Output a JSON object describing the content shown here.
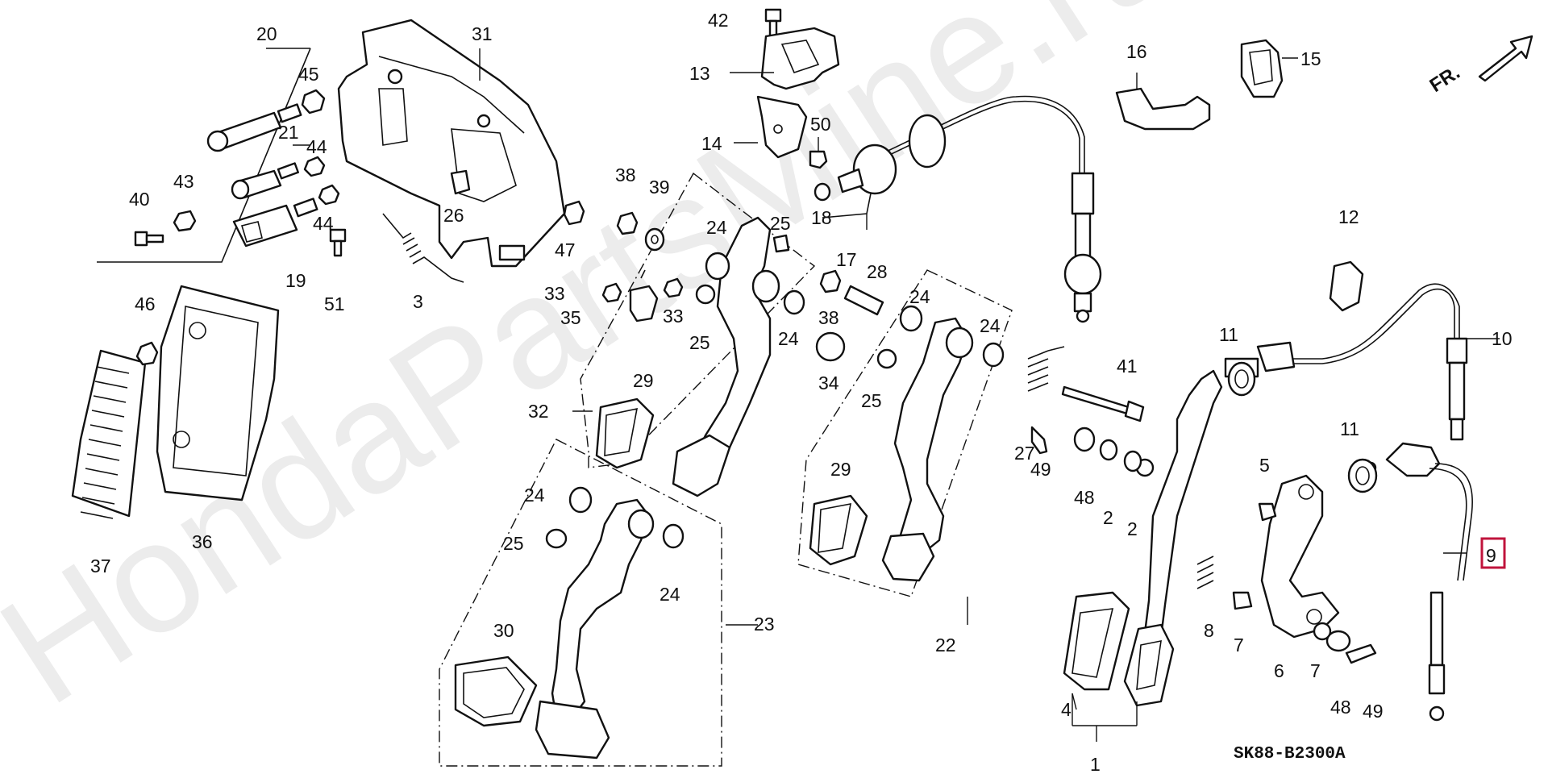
{
  "watermark": "HondaPartsMine.ru",
  "diagram_code": "SK88-B2300A",
  "front_indicator": "FR.",
  "highlight_color": "#c0143c",
  "highlighted_part": "9",
  "labels": {
    "p1": "1",
    "p2a": "2",
    "p2b": "2",
    "p3": "3",
    "p4": "4",
    "p5": "5",
    "p6": "6",
    "p7a": "7",
    "p7b": "7",
    "p8": "8",
    "p9": "9",
    "p10": "10",
    "p11a": "11",
    "p11b": "11",
    "p12": "12",
    "p13": "13",
    "p14": "14",
    "p15": "15",
    "p16": "16",
    "p17": "17",
    "p18": "18",
    "p19": "19",
    "p20": "20",
    "p21": "21",
    "p22": "22",
    "p23": "23",
    "p24a": "24",
    "p24b": "24",
    "p24c": "24",
    "p24d": "24",
    "p24e": "24",
    "p24f": "24",
    "p25a": "25",
    "p25b": "25",
    "p25c": "25",
    "p25d": "25",
    "p26": "26",
    "p27": "27",
    "p28": "28",
    "p29a": "29",
    "p29b": "29",
    "p30": "30",
    "p31": "31",
    "p32": "32",
    "p33a": "33",
    "p33b": "33",
    "p34": "34",
    "p35": "35",
    "p36": "36",
    "p37": "37",
    "p38a": "38",
    "p38b": "38",
    "p39": "39",
    "p40": "40",
    "p41": "41",
    "p42": "42",
    "p43": "43",
    "p44a": "44",
    "p44b": "44",
    "p45": "45",
    "p46": "46",
    "p47": "47",
    "p48a": "48",
    "p48b": "48",
    "p49a": "49",
    "p49b": "49",
    "p50": "50",
    "p51": "51"
  }
}
